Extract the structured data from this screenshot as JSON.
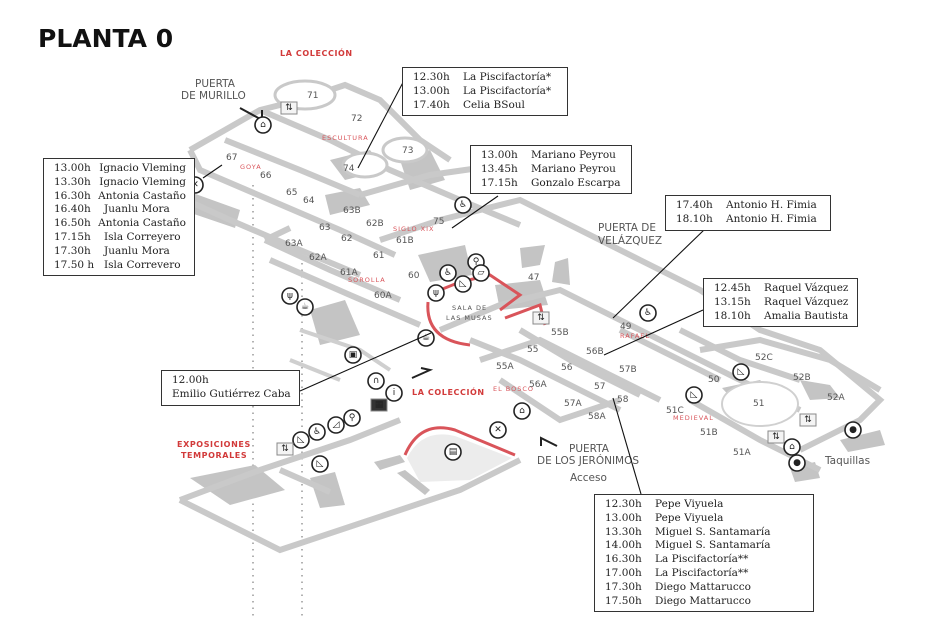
{
  "title": "PLANTA 0",
  "colors": {
    "accent_red": "#d23a3a",
    "wall_grey": "#c9c9c9",
    "fill_grey": "#c4c4c4"
  },
  "labels": {
    "la_coleccion_top": "LA COLECCIÓN",
    "la_coleccion_mid": "LA COLECCIÓN",
    "exposiciones_1": "EXPOSICIONES",
    "exposiciones_2": "TEMPORALES",
    "escultura": "ESCULTURA",
    "goya": "GOYA",
    "siglo_xix": "SIGLO XIX",
    "sorolla": "SOROLLA",
    "sala_musas_1": "SALA DE",
    "sala_musas_2": "LAS MUSAS",
    "el_bosco": "EL BOSCO",
    "rafael": "RAFAEL",
    "medieval": "MEDIEVAL",
    "taquillas": "Taquillas"
  },
  "doors": {
    "murillo_1": "PUERTA",
    "murillo_2": "DE MURILLO",
    "velazquez_1": "PUERTA DE",
    "velazquez_2": "VELÁZQUEZ",
    "jeronimos_1": "PUERTA",
    "jeronimos_2": "DE LOS JERÓNIMOS",
    "acceso": "Acceso"
  },
  "rooms": [
    "71",
    "72",
    "73",
    "74",
    "67",
    "66",
    "65",
    "64",
    "63B",
    "63",
    "62B",
    "62",
    "61B",
    "75",
    "63A",
    "62A",
    "61",
    "61A",
    "60",
    "60A",
    "47",
    "55B",
    "55",
    "56B",
    "49",
    "55A",
    "56",
    "57B",
    "56A",
    "57",
    "57A",
    "58",
    "58A",
    "50",
    "52C",
    "52B",
    "52A",
    "51",
    "51C",
    "51B",
    "51A"
  ],
  "icons": [
    "cloakroom-icon",
    "elevator-icon",
    "accessible-icon",
    "restroom-icon",
    "escalator-icon",
    "stairs-icon",
    "restaurant-icon",
    "cafe-icon",
    "shop-icon",
    "audioguide-icon",
    "info-icon",
    "map-qr-icon",
    "auditorium-icon",
    "no-entry-icon",
    "person-icon",
    "ramp-icon"
  ],
  "schedules": [
    {
      "id": "sala-74",
      "entries": [
        {
          "time": "12.30h",
          "name": "La Piscifactoría*"
        },
        {
          "time": "13.00h",
          "name": "La Piscifactoría*"
        },
        {
          "time": "17.40h",
          "name": "Celia BSoul"
        }
      ]
    },
    {
      "id": "sala-67",
      "entries": [
        {
          "time": "13.00h",
          "name": "Ignacio Vleming"
        },
        {
          "time": "13.30h",
          "name": "Ignacio Vleming"
        },
        {
          "time": "16.30h",
          "name": "Antonia Castaño"
        },
        {
          "time": "16.40h",
          "name": "Juanlu Mora"
        },
        {
          "time": "16.50h",
          "name": "Antonia Castaño"
        },
        {
          "time": "17.15h",
          "name": "Isla Correyero"
        },
        {
          "time": "17.30h",
          "name": "Juanlu Mora"
        },
        {
          "time": "17.50 h",
          "name": "Isla Correvero"
        }
      ]
    },
    {
      "id": "sala-75",
      "entries": [
        {
          "time": "13.00h",
          "name": "Mariano Peyrou"
        },
        {
          "time": "13.45h",
          "name": "Mariano Peyrou"
        },
        {
          "time": "17.15h",
          "name": "Gonzalo Escarpa"
        }
      ]
    },
    {
      "id": "sala-49",
      "entries": [
        {
          "time": "17.40h",
          "name": "Antonio H. Fimia"
        },
        {
          "time": "18.10h",
          "name": "Antonio H. Fimia"
        }
      ]
    },
    {
      "id": "sala-56b",
      "entries": [
        {
          "time": "12.45h",
          "name": "Raquel Vázquez"
        },
        {
          "time": "13.15h",
          "name": "Raquel Vázquez"
        },
        {
          "time": "18.10h",
          "name": "Amalia Bautista"
        }
      ]
    },
    {
      "id": "sala-musas",
      "entries": [
        {
          "time": "12.00h",
          "name": ""
        },
        {
          "time": "",
          "name": "Emilio Gutiérrez Caba"
        }
      ]
    },
    {
      "id": "sala-58",
      "entries": [
        {
          "time": "12.30h",
          "name": "Pepe Viyuela"
        },
        {
          "time": "13.00h",
          "name": "Pepe Viyuela"
        },
        {
          "time": "13.30h",
          "name": "Miguel S. Santamaría"
        },
        {
          "time": "14.00h",
          "name": "Miguel S. Santamaría"
        },
        {
          "time": "16.30h",
          "name": "La Piscifactoría**"
        },
        {
          "time": "17.00h",
          "name": "La Piscifactoría**"
        },
        {
          "time": "17.30h",
          "name": "Diego Mattarucco"
        },
        {
          "time": "17.50h",
          "name": "Diego Mattarucco"
        }
      ]
    }
  ]
}
